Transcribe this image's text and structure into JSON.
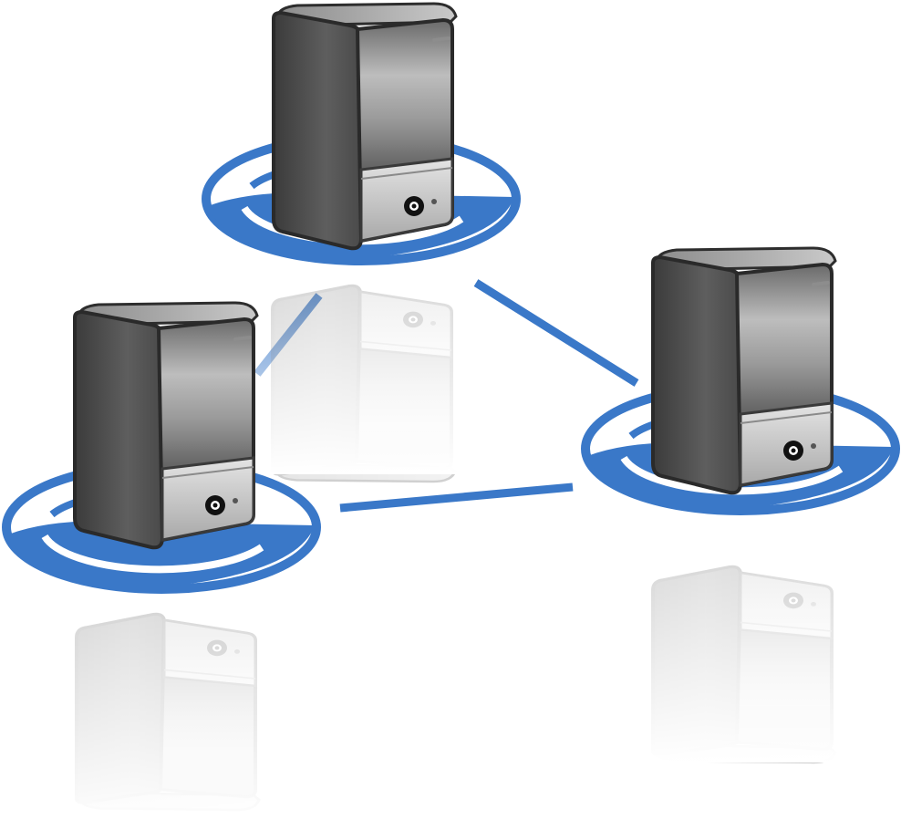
{
  "diagram": {
    "theme": {
      "accent": "#3a78c8",
      "ring_inner": "#ffffff",
      "case_dark": "#2a2a2a",
      "case_mid": "#5a5a5a",
      "panel_light": "#d6d6d6",
      "background": "#ffffff"
    },
    "nodes": [
      {
        "id": "server-top",
        "icon": "server-tower-icon"
      },
      {
        "id": "server-left",
        "icon": "server-tower-icon"
      },
      {
        "id": "server-right",
        "icon": "server-tower-icon"
      }
    ],
    "links": [
      {
        "from": "server-top",
        "to": "server-left"
      },
      {
        "from": "server-top",
        "to": "server-right"
      },
      {
        "from": "server-left",
        "to": "server-right"
      }
    ]
  }
}
